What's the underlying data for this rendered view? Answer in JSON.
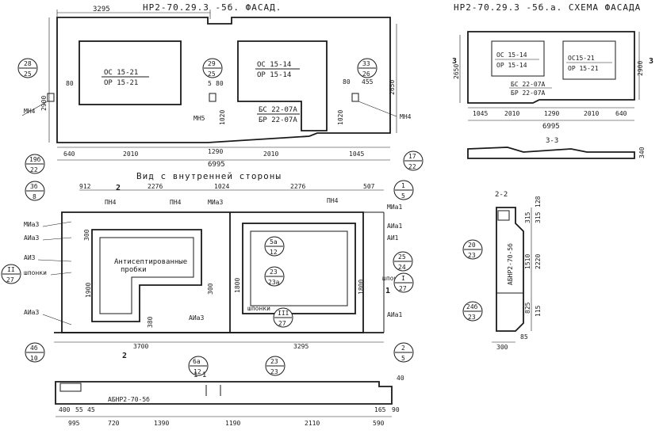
{
  "facade": {
    "title": "НР2-70.29.3  -5б. ФАСАД.",
    "top_dim": "3295",
    "panel_left": {
      "top": "ОС 15-21",
      "bottom": "ОР 15-21"
    },
    "panel_right": {
      "top": "ОС 15-14",
      "bottom": "ОР 15-14"
    },
    "door": {
      "top": "БС 22-07А",
      "bottom": "БР 22-07А"
    },
    "callouts": [
      {
        "top": "28",
        "bottom": "25"
      },
      {
        "top": "29",
        "bottom": "25"
      },
      {
        "top": "33",
        "bottom": "26"
      }
    ],
    "labels": {
      "left_mh": "МН4",
      "mid_mh": "МН5",
      "right_mh": "МН4",
      "dim80_1": "80",
      "dim80_2": "80",
      "dim5": "5",
      "dim80_3": "80",
      "dim455": "455",
      "dim1020_1": "1020",
      "dim1020_2": "1020",
      "h2900": "2900",
      "h2650": "2650"
    },
    "bottom_dims": [
      "640",
      "2010",
      "1290",
      "2010",
      "1045"
    ],
    "total": "6995"
  },
  "scheme": {
    "title": "НР2-70.29.3 -5б.а. СХЕМА ФАСАДА",
    "h_left": "2650",
    "h_right": "2900",
    "section_mark": "3",
    "panel_left": {
      "top": "ОС 15-14",
      "bottom": "ОР 15-14"
    },
    "panel_right": {
      "top": "ОС15-21",
      "bottom": "ОР 15-21"
    },
    "door": {
      "top": "БС 22-07А",
      "bottom": "БР 22-07А"
    },
    "bottom_dims": [
      "1045",
      "2010",
      "1290",
      "2010",
      "640"
    ],
    "total": "6995"
  },
  "section33": {
    "title": "3-3",
    "h": "340"
  },
  "inner": {
    "title": "Вид с внутренней стороны",
    "top_dims": [
      "912",
      "2276",
      "1024",
      "2276",
      "507"
    ],
    "section_mark": "2",
    "pn": [
      "ПН4",
      "ПН4",
      "ПН4"
    ],
    "mia3_top": "МИа3",
    "left_labels": [
      "МИа3",
      "АИа3",
      "АИ3",
      "шпонки",
      "АИа3"
    ],
    "right_labels": [
      "МИа1",
      "АИа1",
      "АИ1",
      "шпонки",
      "АИа1"
    ],
    "mid_label": "АИа3",
    "shponki_mid": "шпонки",
    "note_line1": "Антисептированные",
    "note_line2": "пробки",
    "dims_v": [
      "300",
      "1900",
      "380",
      "300",
      "1800",
      "1800"
    ],
    "bottom_dims": [
      "3700",
      "3295"
    ],
    "bottom_mark": "2",
    "right_mark": "1",
    "callouts": [
      {
        "top": "19б",
        "bottom": "22"
      },
      {
        "top": "3б",
        "bottom": "8"
      },
      {
        "top": "II",
        "bottom": "27"
      },
      {
        "top": "4б",
        "bottom": "10"
      },
      {
        "top": "17",
        "bottom": "22"
      },
      {
        "top": "1",
        "bottom": "5"
      },
      {
        "top": "25",
        "bottom": "24"
      },
      {
        "top": "I",
        "bottom": "27"
      },
      {
        "top": "2",
        "bottom": "5"
      },
      {
        "top": "5а",
        "bottom": "12"
      },
      {
        "top": "23",
        "bottom": "23а"
      },
      {
        "top": "III",
        "bottom": "27"
      },
      {
        "top": "6а",
        "bottom": "12"
      }
    ]
  },
  "section22": {
    "title": "2-2",
    "dims_right": [
      "128",
      "315",
      "315",
      "1510",
      "2220",
      "825",
      "115"
    ],
    "mark_text": "АБНР2-70-5б",
    "bottom_dims": [
      "300",
      "85"
    ],
    "callouts": [
      {
        "top": "20",
        "bottom": "23"
      },
      {
        "top": "24б",
        "bottom": "23"
      }
    ]
  },
  "section11": {
    "title": "1-1",
    "mark_text": "АБНР2-70-5б",
    "callout": {
      "top": "23",
      "bottom": "23"
    },
    "top_right": "40",
    "small_dims": [
      "400",
      "55",
      "45",
      "165",
      "90"
    ],
    "bottom_dims": [
      "995",
      "720",
      "1390",
      "1190",
      "2110",
      "590"
    ]
  }
}
